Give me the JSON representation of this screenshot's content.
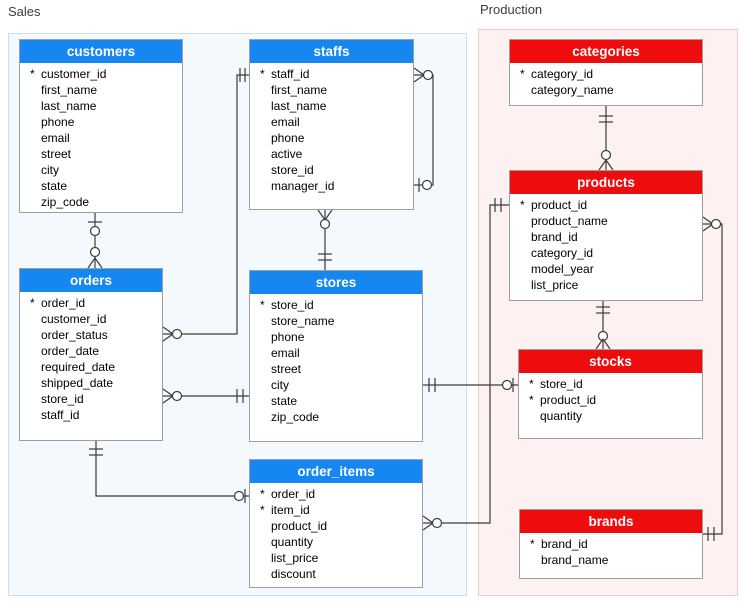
{
  "pk_marker": "*",
  "regions": {
    "sales": {
      "label": "Sales"
    },
    "production": {
      "label": "Production"
    }
  },
  "colors": {
    "sales_header": "#1687f0",
    "production_header": "#ee0c0c",
    "sales_region_bg": "#f4f9fd",
    "sales_region_border": "#cbdff0",
    "production_region_bg": "#fdf1f1",
    "production_region_border": "#f5c6c6",
    "table_border": "#9e9e9e",
    "relationship_line": "#3b3b3b",
    "header_text": "#ffffff",
    "field_text": "#000000"
  },
  "tables": [
    {
      "id": "customers",
      "title": "customers",
      "region": "sales",
      "fields": [
        {
          "name": "customer_id",
          "pk": true
        },
        {
          "name": "first_name",
          "pk": false
        },
        {
          "name": "last_name",
          "pk": false
        },
        {
          "name": "phone",
          "pk": false
        },
        {
          "name": "email",
          "pk": false
        },
        {
          "name": "street",
          "pk": false
        },
        {
          "name": "city",
          "pk": false
        },
        {
          "name": "state",
          "pk": false
        },
        {
          "name": "zip_code",
          "pk": false
        }
      ]
    },
    {
      "id": "staffs",
      "title": "staffs",
      "region": "sales",
      "fields": [
        {
          "name": "staff_id",
          "pk": true
        },
        {
          "name": "first_name",
          "pk": false
        },
        {
          "name": "last_name",
          "pk": false
        },
        {
          "name": "email",
          "pk": false
        },
        {
          "name": "phone",
          "pk": false
        },
        {
          "name": "active",
          "pk": false
        },
        {
          "name": "store_id",
          "pk": false
        },
        {
          "name": "manager_id",
          "pk": false
        }
      ]
    },
    {
      "id": "orders",
      "title": "orders",
      "region": "sales",
      "fields": [
        {
          "name": "order_id",
          "pk": true
        },
        {
          "name": "customer_id",
          "pk": false
        },
        {
          "name": "order_status",
          "pk": false
        },
        {
          "name": "order_date",
          "pk": false
        },
        {
          "name": "required_date",
          "pk": false
        },
        {
          "name": "shipped_date",
          "pk": false
        },
        {
          "name": "store_id",
          "pk": false
        },
        {
          "name": "staff_id",
          "pk": false
        }
      ]
    },
    {
      "id": "stores",
      "title": "stores",
      "region": "sales",
      "fields": [
        {
          "name": "store_id",
          "pk": true
        },
        {
          "name": "store_name",
          "pk": false
        },
        {
          "name": "phone",
          "pk": false
        },
        {
          "name": "email",
          "pk": false
        },
        {
          "name": "street",
          "pk": false
        },
        {
          "name": "city",
          "pk": false
        },
        {
          "name": "state",
          "pk": false
        },
        {
          "name": "zip_code",
          "pk": false
        }
      ]
    },
    {
      "id": "order_items",
      "title": "order_items",
      "region": "sales",
      "fields": [
        {
          "name": "order_id",
          "pk": true
        },
        {
          "name": "item_id",
          "pk": true
        },
        {
          "name": "product_id",
          "pk": false
        },
        {
          "name": "quantity",
          "pk": false
        },
        {
          "name": "list_price",
          "pk": false
        },
        {
          "name": "discount",
          "pk": false
        }
      ]
    },
    {
      "id": "categories",
      "title": "categories",
      "region": "production",
      "fields": [
        {
          "name": "category_id",
          "pk": true
        },
        {
          "name": "category_name",
          "pk": false
        }
      ]
    },
    {
      "id": "products",
      "title": "products",
      "region": "production",
      "fields": [
        {
          "name": "product_id",
          "pk": true
        },
        {
          "name": "product_name",
          "pk": false
        },
        {
          "name": "brand_id",
          "pk": false
        },
        {
          "name": "category_id",
          "pk": false
        },
        {
          "name": "model_year",
          "pk": false
        },
        {
          "name": "list_price",
          "pk": false
        }
      ]
    },
    {
      "id": "stocks",
      "title": "stocks",
      "region": "production",
      "fields": [
        {
          "name": "store_id",
          "pk": true
        },
        {
          "name": "product_id",
          "pk": true
        },
        {
          "name": "quantity",
          "pk": false
        }
      ]
    },
    {
      "id": "brands",
      "title": "brands",
      "region": "production",
      "fields": [
        {
          "name": "brand_id",
          "pk": true
        },
        {
          "name": "brand_name",
          "pk": false
        }
      ]
    }
  ],
  "relationships": [
    {
      "id": "customers-orders",
      "parent": "customers",
      "child": "orders",
      "parent_end": "zero-or-one",
      "child_end": "zero-or-many"
    },
    {
      "id": "staffs-manager",
      "parent": "staffs",
      "child": "staffs",
      "parent_end": "zero-or-one",
      "child_end": "zero-or-many"
    },
    {
      "id": "staffs-orders",
      "parent": "staffs",
      "child": "orders",
      "parent_end": "exactly-one",
      "child_end": "zero-or-many"
    },
    {
      "id": "stores-orders",
      "parent": "stores",
      "child": "orders",
      "parent_end": "exactly-one",
      "child_end": "zero-or-many"
    },
    {
      "id": "stores-staffs",
      "parent": "stores",
      "child": "staffs",
      "parent_end": "exactly-one",
      "child_end": "zero-or-many"
    },
    {
      "id": "orders-order_items",
      "parent": "orders",
      "child": "order_items",
      "parent_end": "exactly-one",
      "child_end": "zero-or-one"
    },
    {
      "id": "products-order_items",
      "parent": "products",
      "child": "order_items",
      "parent_end": "exactly-one",
      "child_end": "zero-or-many"
    },
    {
      "id": "stores-stocks",
      "parent": "stores",
      "child": "stocks",
      "parent_end": "exactly-one",
      "child_end": "zero-or-one"
    },
    {
      "id": "products-stocks",
      "parent": "products",
      "child": "stocks",
      "parent_end": "exactly-one",
      "child_end": "zero-or-many"
    },
    {
      "id": "brands-products",
      "parent": "brands",
      "child": "products",
      "parent_end": "exactly-one",
      "child_end": "zero-or-many"
    },
    {
      "id": "categories-products",
      "parent": "categories",
      "child": "products",
      "parent_end": "exactly-one",
      "child_end": "zero-or-many"
    }
  ]
}
